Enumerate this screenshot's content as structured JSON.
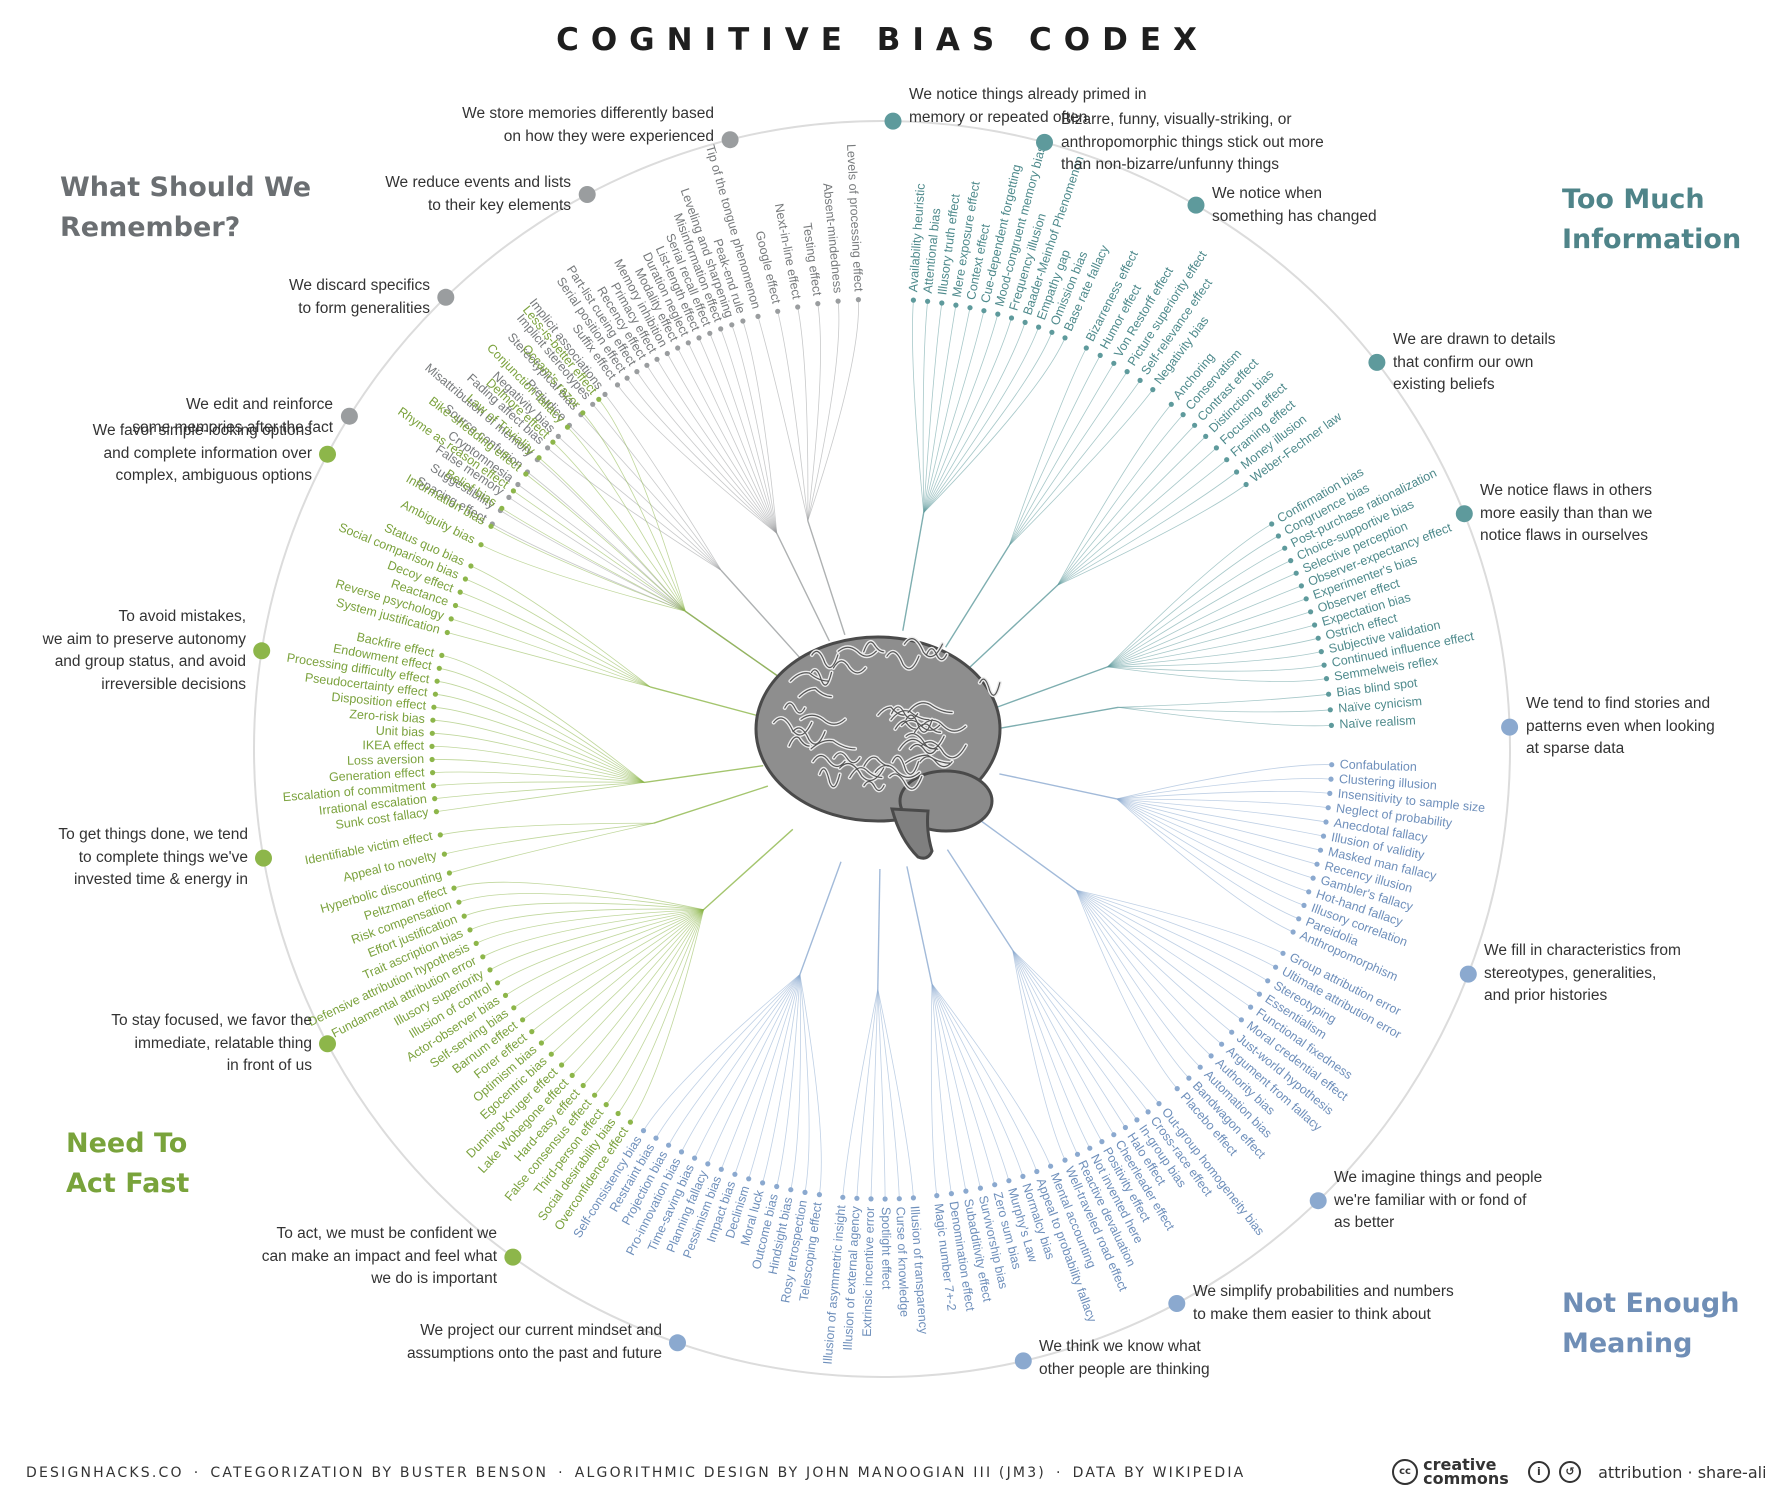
{
  "title": "COGNITIVE BIAS CODEX",
  "quadrants": {
    "remember": {
      "line1": "What Should We",
      "line2": "Remember?",
      "color": "#6b6f72"
    },
    "info": {
      "line1": "Too Much",
      "line2": "Information",
      "color": "#4f8489"
    },
    "act": {
      "line1": "Need To",
      "line2": "Act Fast",
      "color": "#79a33b"
    },
    "meaning": {
      "line1": "Not Enough",
      "line2": "Meaning",
      "color": "#6f8eb6"
    }
  },
  "colors": {
    "gray": "#9a9d9f",
    "teal": "#5e9a9c",
    "green": "#8db64a",
    "blue": "#8ba9cf",
    "ring": "#d9d9d9"
  },
  "groups": [
    {
      "lines": [
        "We store memories differently based",
        "on how they were experienced"
      ],
      "color": "gray",
      "biases": [
        "Tip of the tongue phenomenon",
        "Google effect",
        "Next-in-line effect",
        "Testing effect",
        "Absent-mindedness",
        "Levels of processing effect"
      ]
    },
    {
      "lines": [
        "We reduce events and lists",
        "to their key elements"
      ],
      "color": "gray",
      "biases": [
        "Suffix effect",
        "Serial position effect",
        "Part-list cueing effect",
        "Recency effect",
        "Primacy effect",
        "Memory inhibition",
        "Modality effect",
        "Duration neglect",
        "List-length effect",
        "Serial recall effect",
        "Misinformation effect",
        "Leveling and sharpening",
        "Peak-end rule"
      ]
    },
    {
      "lines": [
        "We discard specifics",
        "to form generalities"
      ],
      "color": "gray",
      "biases": [
        "Fading affect bias",
        "Negativity bias",
        "Prejudice",
        "Stereotypical bias",
        "Implicit stereotypes",
        "Implicit associations"
      ]
    },
    {
      "lines": [
        "We edit and reinforce",
        "some memories after the fact"
      ],
      "color": "gray",
      "biases": [
        "Spacing effect",
        "Suggestibility",
        "False memory",
        "Cryptomnesia",
        "Source confusion",
        "Misattribution of memory"
      ]
    },
    {
      "lines": [
        "We notice things already primed in",
        "memory or repeated often"
      ],
      "color": "teal",
      "biases": [
        "Availability heuristic",
        "Attentional bias",
        "Illusory truth effect",
        "Mere exposure effect",
        "Context effect",
        "Cue-dependent forgetting",
        "Mood-congruent memory bias",
        "Frequency illusion",
        "Baader-Meinhof Phenomenon",
        "Empathy gap",
        "Omission bias",
        "Base rate fallacy"
      ]
    },
    {
      "lines": [
        "Bizarre, funny, visually-striking, or",
        "anthropomorphic things stick out more",
        "than non-bizarre/unfunny things"
      ],
      "color": "teal",
      "biases": [
        "Bizarreness effect",
        "Humor effect",
        "Von Restorff effect",
        "Picture superiority effect",
        "Self-relevance effect",
        "Negativity bias"
      ]
    },
    {
      "lines": [
        "We notice when",
        "something has changed"
      ],
      "color": "teal",
      "biases": [
        "Anchoring",
        "Conservatism",
        "Contrast effect",
        "Distinction bias",
        "Focusing effect",
        "Framing effect",
        "Money illusion",
        "Weber-Fechner law"
      ]
    },
    {
      "lines": [
        "We are drawn to details",
        "that confirm our own",
        "existing beliefs"
      ],
      "color": "teal",
      "biases": [
        "Confirmation bias",
        "Congruence bias",
        "Post-purchase rationalization",
        "Choice-supportive bias",
        "Selective perception",
        "Observer-expectancy effect",
        "Experimenter's bias",
        "Observer effect",
        "Expectation bias",
        "Ostrich effect",
        "Subjective validation",
        "Continued influence effect",
        "Semmelweis reflex"
      ]
    },
    {
      "lines": [
        "We notice flaws in others",
        "more easily than than we",
        "notice flaws in ourselves"
      ],
      "color": "teal",
      "biases": [
        "Bias blind spot",
        "Naïve cynicism",
        "Naïve realism"
      ]
    },
    {
      "lines": [
        "We tend to find stories and",
        "patterns even when looking",
        "at sparse data"
      ],
      "color": "blue",
      "biases": [
        "Confabulation",
        "Clustering illusion",
        "Insensitivity to sample size",
        "Neglect of probability",
        "Anecdotal fallacy",
        "Illusion of validity",
        "Masked man fallacy",
        "Recency illusion",
        "Gambler's fallacy",
        "Hot-hand fallacy",
        "Illusory correlation",
        "Pareidolia",
        "Anthropomorphism"
      ]
    },
    {
      "lines": [
        "We fill in characteristics from",
        "stereotypes, generalities,",
        "and prior histories"
      ],
      "color": "blue",
      "biases": [
        "Group attribution error",
        "Ultimate attribution error",
        "Stereotyping",
        "Essentialism",
        "Functional fixedness",
        "Moral credential effect",
        "Just-world hypothesis",
        "Argument from fallacy",
        "Authority bias",
        "Automation bias",
        "Bandwagon effect",
        "Placebo effect"
      ]
    },
    {
      "lines": [
        "We imagine things and people",
        "we're familiar with or fond of",
        "as better"
      ],
      "color": "blue",
      "biases": [
        "Out-group homogeneity bias",
        "Cross-race effect",
        "In-group bias",
        "Halo effect",
        "Cheerleader effect",
        "Positivity effect",
        "Not invented here",
        "Reactive devaluation",
        "Well-traveled road effect"
      ]
    },
    {
      "lines": [
        "We simplify probabilities and numbers",
        "to make them easier to think about"
      ],
      "color": "blue",
      "biases": [
        "Mental accounting",
        "Appeal to probability fallacy",
        "Normalcy bias",
        "Murphy's Law",
        "Zero sum bias",
        "Survivorship bias",
        "Subadditivity effect",
        "Denomination effect",
        "Magic number 7+-2"
      ]
    },
    {
      "lines": [
        "We think we know what",
        "other people are thinking"
      ],
      "color": "blue",
      "biases": [
        "Illusion of transparency",
        "Curse of knowledge",
        "Spotlight effect",
        "Extrinsic incentive error",
        "Illusion of external agency",
        "Illusion of asymmetric insight"
      ]
    },
    {
      "lines": [
        "We project our current mindset and",
        "assumptions onto the past and future"
      ],
      "color": "blue",
      "biases": [
        "Telescoping effect",
        "Rosy retrospection",
        "Hindsight bias",
        "Outcome bias",
        "Moral luck",
        "Declinism",
        "Impact bias",
        "Pessimism bias",
        "Planning fallacy",
        "Time-saving bias",
        "Pro-innovation bias",
        "Projection bias",
        "Restraint bias",
        "Self-consistency bias"
      ]
    },
    {
      "lines": [
        "To act, we must be confident we",
        "can make an impact and feel what",
        "we do is important"
      ],
      "color": "green",
      "biases": [
        "Overconfidence effect",
        "Social desirability bias",
        "Third-person effect",
        "False consensus effect",
        "Hard-easy effect",
        "Lake Wobegone effect",
        "Dunning-Kruger effect",
        "Egocentric bias",
        "Optimism bias",
        "Forer effect",
        "Barnum effect",
        "Self-serving bias",
        "Actor-observer bias",
        "Illusion of control",
        "Illusory superiority",
        "Fundamental attribution error",
        "Defensive attribution hypothesis",
        "Trait ascription bias",
        "Effort justification",
        "Risk compensation",
        "Peltzman effect"
      ]
    },
    {
      "lines": [
        "To stay focused, we favor the",
        "immediate, relatable thing",
        "in front of us"
      ],
      "color": "green",
      "biases": [
        "Hyperbolic discounting",
        "Appeal to novelty",
        "Identifiable victim effect"
      ]
    },
    {
      "lines": [
        "To get things done, we tend",
        "to complete things we've",
        "invested time & energy in"
      ],
      "color": "green",
      "biases": [
        "Sunk cost fallacy",
        "Irrational escalation",
        "Escalation of commitment",
        "Generation effect",
        "Loss aversion",
        "IKEA effect",
        "Unit bias",
        "Zero-risk bias",
        "Disposition effect",
        "Pseudocertainty effect",
        "Processing difficulty effect",
        "Endowment effect",
        "Backfire effect"
      ]
    },
    {
      "lines": [
        "To avoid mistakes,",
        "we aim to preserve autonomy",
        "and group status, and avoid",
        "irreversible decisions"
      ],
      "color": "green",
      "biases": [
        "System justification",
        "Reverse psychology",
        "Reactance",
        "Decoy effect",
        "Social comparison bias",
        "Status quo bias"
      ]
    },
    {
      "lines": [
        "We favor simple-looking options",
        "and complete information over",
        "complex, ambiguous options"
      ],
      "color": "green",
      "biases": [
        "Ambiguity bias",
        "Information bias",
        "Belief bias",
        "Rhyme as reason effect",
        "Bike-shedding effect",
        "Law of Triviality",
        "Delmore effect",
        "Conjunction fallacy",
        "Occam's razor",
        "Less-is-better effect"
      ]
    }
  ],
  "footer": {
    "items": [
      "DESIGNHACKS.CO",
      "CATEGORIZATION BY BUSTER BENSON",
      "ALGORITHMIC DESIGN BY JOHN MANOOGIAN III (JM3)",
      "DATA BY WIKIPEDIA"
    ],
    "separator": "·",
    "cc_logo": "cc",
    "cc_line1": "creative",
    "cc_line2": "commons",
    "license_text": "attribution · share-alike",
    "license_icons": [
      "attribution-icon",
      "share-alike-icon"
    ]
  }
}
